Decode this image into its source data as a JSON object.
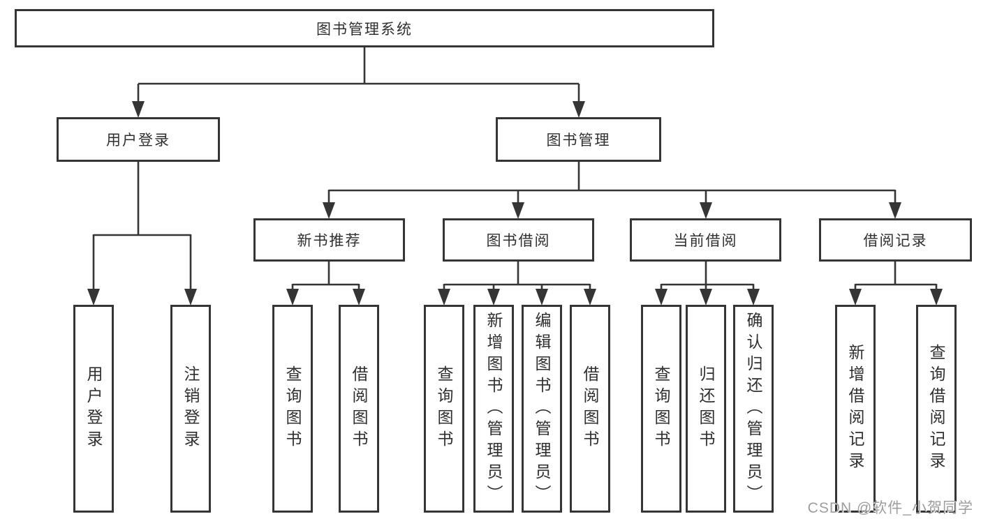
{
  "tree": {
    "root": "图书管理系统",
    "login": {
      "label": "用户登录",
      "children": [
        "用户登录",
        "注销登录"
      ]
    },
    "management": {
      "label": "图书管理",
      "groups": [
        {
          "label": "新书推荐",
          "children": [
            "查询图书",
            "借阅图书"
          ]
        },
        {
          "label": "图书借阅",
          "children": [
            "查询图书",
            "新增图书（管理员）",
            "编辑图书（管理员）",
            "借阅图书"
          ]
        },
        {
          "label": "当前借阅",
          "children": [
            "查询图书",
            "归还图书",
            "确认归还（管理员）"
          ]
        },
        {
          "label": "借阅记录",
          "children": [
            "新增借阅记录",
            "查询借阅记录"
          ]
        }
      ]
    }
  },
  "watermark": "CSDN @软件_小贺同学",
  "colors": {
    "line": "#353535",
    "box_border": "#353535",
    "text": "#2f2f2f",
    "watermark": "#9e9e9e",
    "background": "#ffffff"
  }
}
